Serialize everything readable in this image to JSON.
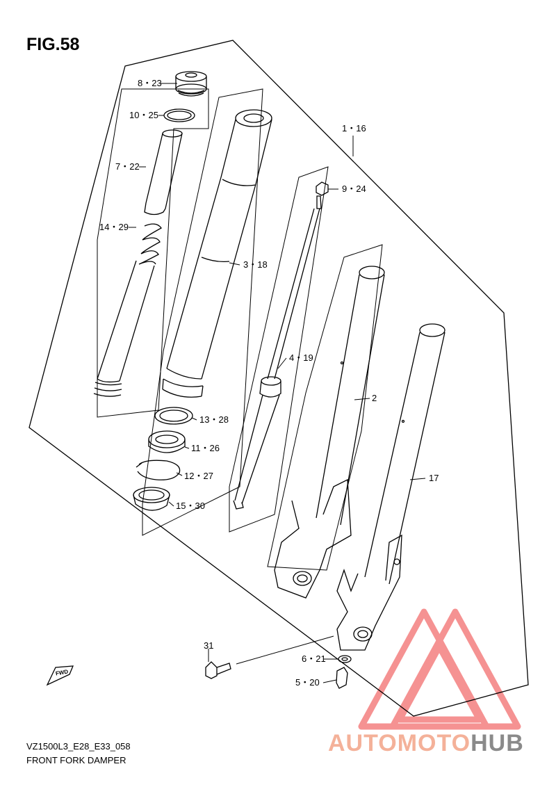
{
  "figure": {
    "title": "FIG.58"
  },
  "labels": {
    "p8": "8・23",
    "p10": "10・25",
    "p7": "7・22",
    "p14": "14・29",
    "p3": "3・18",
    "p1": "1・16",
    "p9": "9・24",
    "p4": "4・19",
    "p2": "2",
    "p17": "17",
    "p13": "13・28",
    "p11": "11・26",
    "p12": "12・27",
    "p15": "15・30",
    "p31": "31",
    "p6": "6・21",
    "p5": "5・20"
  },
  "fwd_label": "FWD",
  "footer": {
    "model": "VZ1500L3_E28_E33_058",
    "name": "FRONT FORK DAMPER"
  },
  "watermark": {
    "part1": "AUTO",
    "part2": "MOTO",
    "part3": "HUB",
    "color_light": "#f4b199",
    "color_gray": "#8a8a8a",
    "logo_color": "#ee3a3a"
  }
}
